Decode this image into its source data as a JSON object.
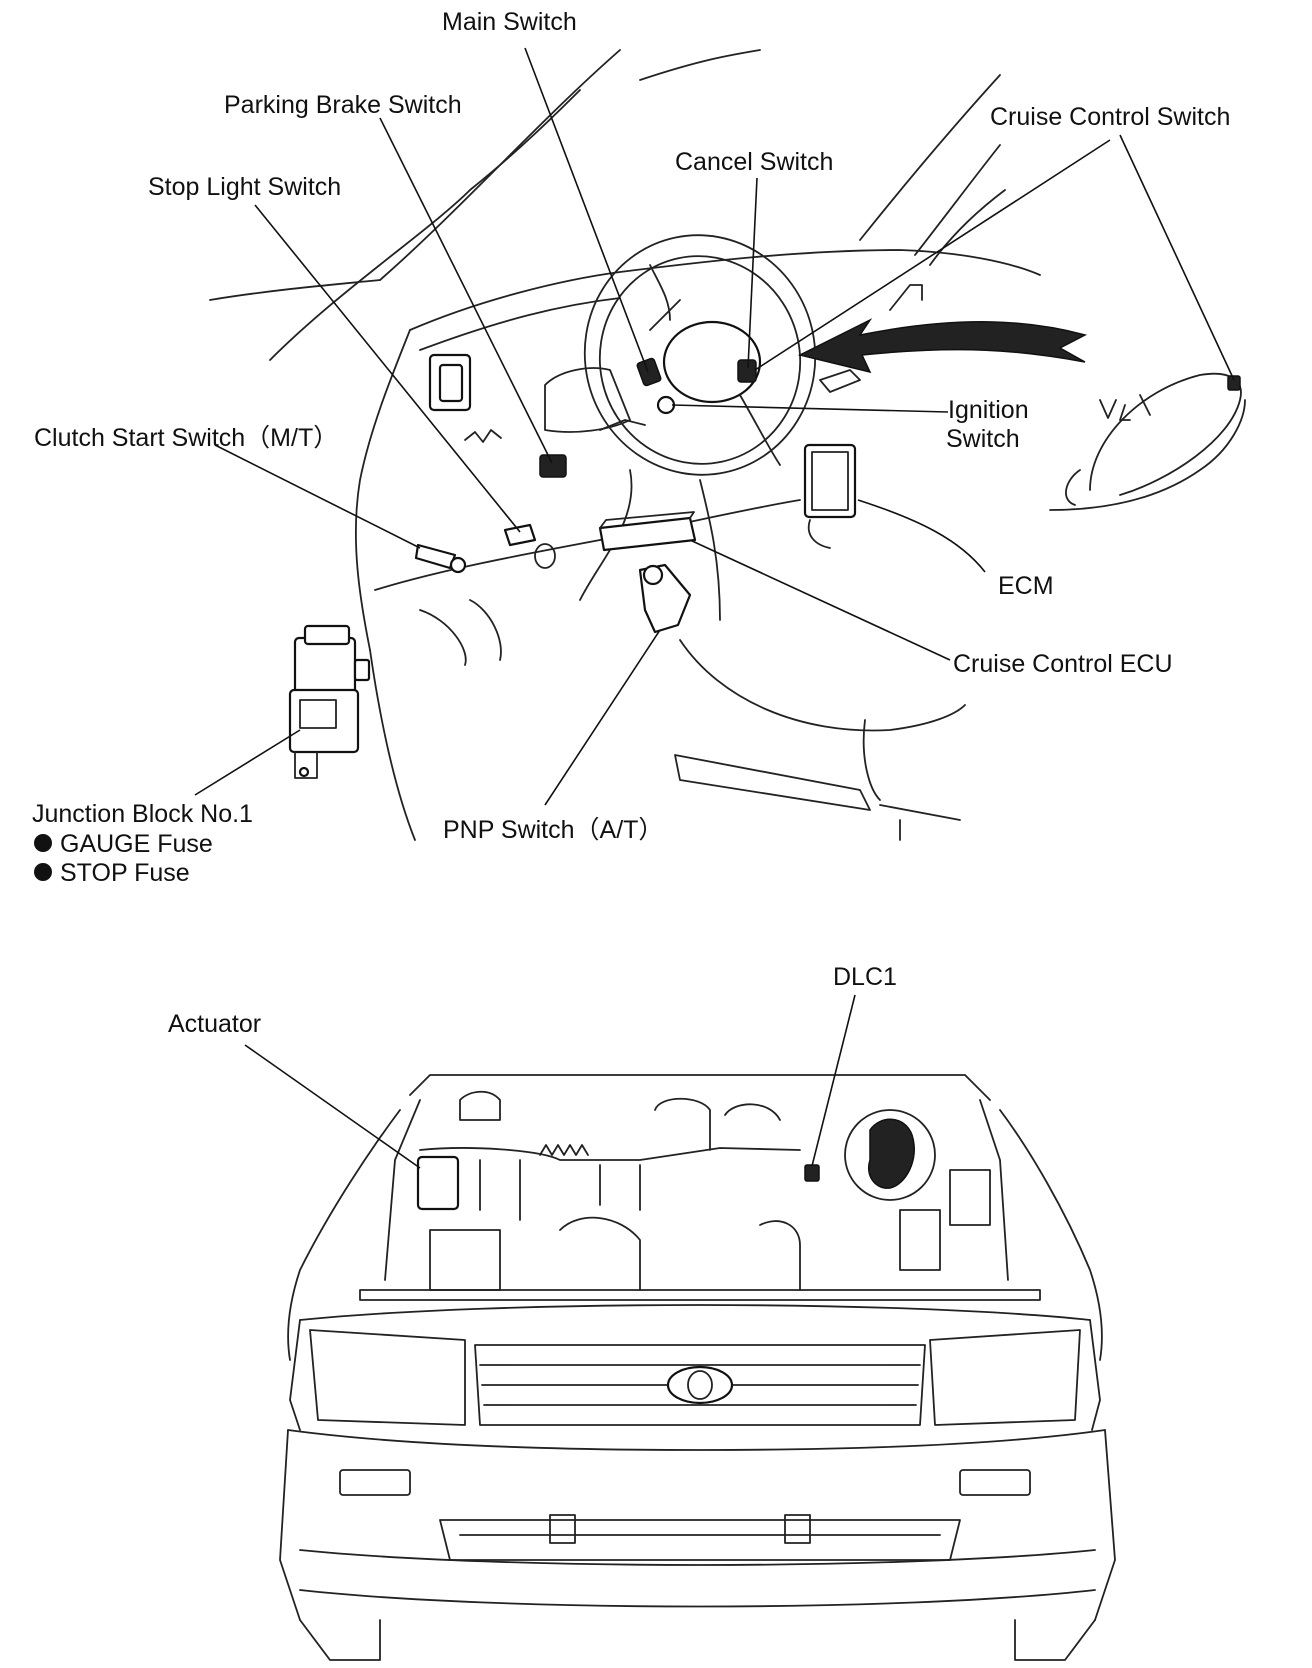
{
  "interior_view": {
    "labels": {
      "main_switch": "Main Switch",
      "parking_brake_switch": "Parking Brake Switch",
      "cruise_control_switch": "Cruise Control Switch",
      "cancel_switch": "Cancel Switch",
      "stop_light_switch": "Stop Light Switch",
      "ignition_switch_line1": "Ignition",
      "ignition_switch_line2": "Switch",
      "clutch_start_switch": "Clutch Start Switch（M/T）",
      "ecm": "ECM",
      "cruise_control_ecu": "Cruise Control ECU",
      "junction_block": "Junction Block No.1",
      "gauge_fuse": "GAUGE Fuse",
      "stop_fuse": "STOP Fuse",
      "pnp_switch": "PNP Switch（A/T）"
    }
  },
  "engine_view": {
    "labels": {
      "dlc1": "DLC1",
      "actuator": "Actuator"
    }
  }
}
